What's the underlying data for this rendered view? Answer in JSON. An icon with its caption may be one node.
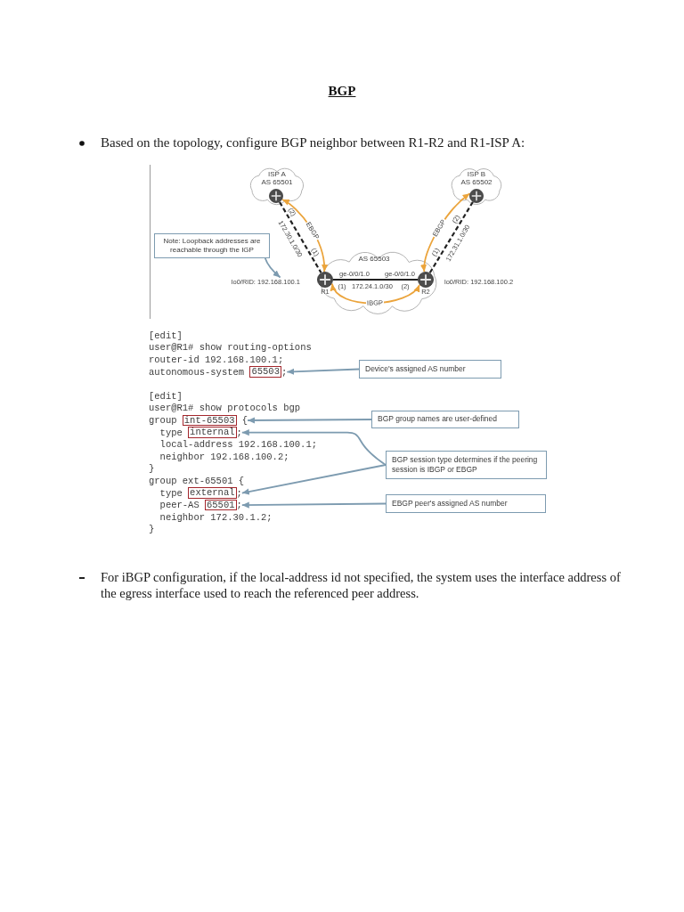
{
  "diagram": {
    "title": "BGP",
    "nodes": [
      {
        "text": [
          "ISP A",
          "AS 65501"
        ]
      },
      {
        "text": [],
        "shape": "circle",
        "in": 0
      },
      {
        "text": [
          "ISP B",
          "AS 65502"
        ]
      },
      {
        "text": [],
        "shape": "circle",
        "in": 2
      },
      {
        "text": [
          "Note: Loopback addresses are reachable through the IGP"
        ]
      },
      {
        "text": [
          "AS 65503"
        ]
      },
      {
        "text": [
          "R1"
        ],
        "beside": [
          "lo0/RID: 192.168.100.1"
        ],
        "in": 5
      },
      {
        "text": [
          "R2"
        ],
        "beside": [
          "lo0/RID: 192.168.100.2"
        ],
        "in": 5
      },
      {
        "text": [
          "65503"
        ],
        "beside": [
          ";"
        ]
      },
      {
        "text": [
          "Device's assigned AS number"
        ]
      },
      {
        "text": [
          "int-65503"
        ],
        "beside": [
          "{"
        ]
      },
      {
        "text": [
          "BGP group names are user-defined"
        ]
      },
      {
        "text": [
          "internal"
        ],
        "beside": [
          ";"
        ]
      },
      {
        "text": [
          "BGP session type determines if the peering session is IBGP or EBGP"
        ]
      },
      {
        "text": [
          "external"
        ],
        "beside": [
          ";"
        ]
      },
      {
        "text": [
          "65501"
        ],
        "beside": [
          ";"
        ]
      },
      {
        "text": [
          "EBGP peer's assigned AS number"
        ]
      }
    ],
    "edges": [
      {
        "from": 1,
        "to": 6,
        "arrow": "none",
        "style": "dashed",
        "color": "#222222",
        "label": "172.30.1.0/30"
      },
      {
        "from": 1,
        "to": 6,
        "arrow": "both",
        "color": "#eba43c",
        "label": "EBGP"
      },
      {
        "from": 6,
        "to": 7,
        "arrow": "none",
        "color": "#222222",
        "label": "172.24.1.0/30"
      },
      {
        "from": 6,
        "to": 7,
        "arrow": "both",
        "color": "#eba43c",
        "label": "IBGP"
      },
      {
        "from": 7,
        "to": 3,
        "arrow": "none",
        "style": "dashed",
        "color": "#222222",
        "label": "172.31.1.0/30"
      },
      {
        "from": 7,
        "to": 3,
        "arrow": "both",
        "color": "#eba43c",
        "label": "EBGP"
      },
      {
        "from": 4,
        "to": 6,
        "arrow": "to"
      },
      {
        "from": 9,
        "to": 8,
        "arrow": "to"
      },
      {
        "from": 11,
        "to": 10,
        "arrow": "to"
      },
      {
        "from": 13,
        "to": 12,
        "arrow": "to"
      },
      {
        "from": 13,
        "to": 14,
        "arrow": "to"
      },
      {
        "from": 16,
        "to": 15,
        "arrow": "to"
      }
    ],
    "labels": [
      "Based on the topology, configure BGP neighbor between R1-R2 and R1-ISP A:",
      "(2)",
      "(1)",
      "(2)",
      "(1)",
      "ge-0/0/1.0",
      "ge-0/0/1.0",
      "(1)",
      "(2)",
      "[edit]",
      "user@R1# show routing-options",
      "router-id 192.168.100.1;",
      "autonomous-system",
      "[edit]",
      "user@R1# show protocols bgp",
      "group",
      "type",
      "local-address 192.168.100.1;",
      "neighbor 192.168.100.2;",
      "}",
      "group ext-65501 {",
      "type",
      "peer-AS",
      "neighbor 172.30.1.2;",
      "}",
      "For iBGP configuration, if the local-address id not specified, the system uses the interface address of the egress interface used to reach the referenced peer address."
    ]
  }
}
